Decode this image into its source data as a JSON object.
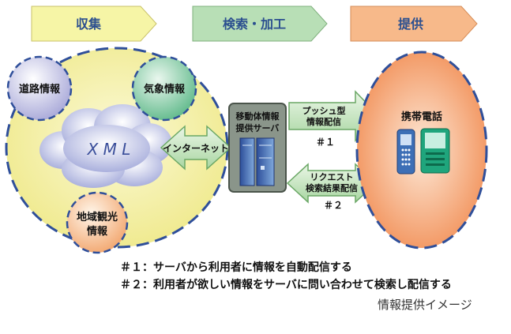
{
  "stages": [
    "収集",
    "検索・加工",
    "提供"
  ],
  "sources": {
    "road": "道路情報",
    "weather": "気象情報",
    "regional": [
      "地域観光",
      "情報"
    ]
  },
  "cloud_label": "X M L",
  "internet_label": "インターネット",
  "server_label": [
    "移動体情報",
    "提供サーバ"
  ],
  "push": {
    "lines": [
      "プッシュ型",
      "情報配信"
    ],
    "mark": "＃１"
  },
  "request": {
    "lines": [
      "リクエスト",
      "検索結果配信"
    ],
    "mark": "＃２"
  },
  "device_label": "携帯電話",
  "notes": [
    "＃１：サーバから利用者に情報を自動配信する",
    "＃２：利用者が欲しい情報をサーバに問い合わせて検索し配信する"
  ],
  "caption": "情報提供イメージ",
  "colors": {
    "collect_banner": "#f6f5a6",
    "process_banner": "#b8dfb6",
    "provide_banner": "#f7b98a",
    "banner_text": "#2b4f8f",
    "collect_oval": "#f4f0a2",
    "provide_oval": "#f5a070",
    "arrow_fill": "#d4ecd0",
    "server_box": "#8a958a",
    "phone_blue": "#3d6fb6",
    "phone_green": "#1fa57c"
  }
}
